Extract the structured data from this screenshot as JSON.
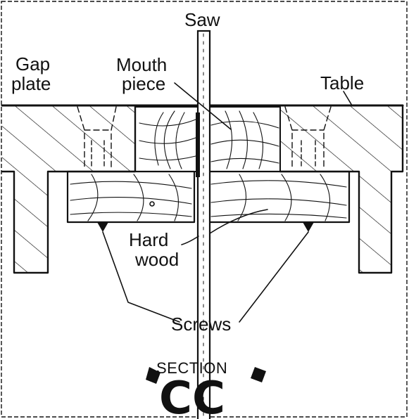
{
  "labels": {
    "saw": "Saw",
    "gap_plate_line1": "Gap",
    "gap_plate_line2": "plate",
    "mouth_line1": "Mouth",
    "mouth_line2": "piece",
    "table": "Table",
    "hard_line1": "Hard",
    "hard_line2": "wood",
    "screws": "Screws",
    "section": "SECTION",
    "section_code": "CC"
  },
  "colors": {
    "ink": "#111111",
    "paper": "#ffffff"
  }
}
